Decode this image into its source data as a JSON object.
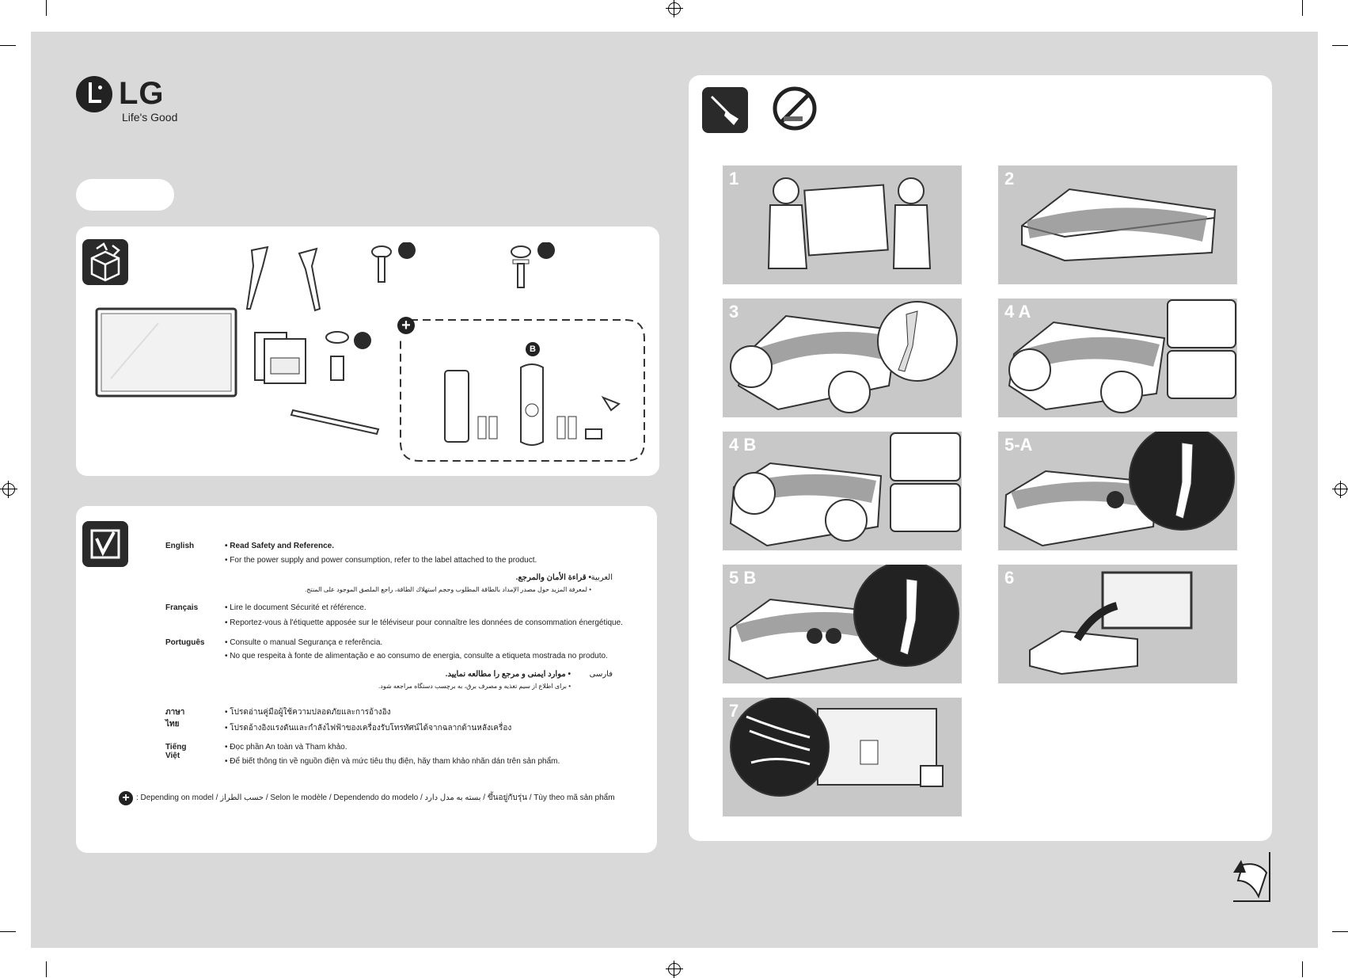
{
  "brand": {
    "name": "LG",
    "tagline": "Life's Good"
  },
  "languages": [
    {
      "name": "English",
      "lines": [
        "• Read Safety and Reference.",
        "• For the power supply and power consumption, refer to the label attached to the product."
      ]
    },
    {
      "name": "Français",
      "lines": [
        "• Lire le document Sécurité et référence.",
        "• Reportez-vous à l'étiquette apposée sur le téléviseur pour connaître les données de consommation énergétique."
      ]
    },
    {
      "name": "Português",
      "lines": [
        "• Consulte o manual Segurança e referência.",
        "• No que respeita à fonte de alimentação e ao consumo de energia, consulte a etiqueta mostrada no produto."
      ]
    },
    {
      "name": "ภาษาไทย",
      "lines": [
        "• โปรดอ่านคู่มือผู้ใช้ความปลอดภัยและการอ้างอิง",
        "• โปรดอ้างอิงแรงดันและกำลังไฟฟ้าของเครื่องรับโทรทัศน์ได้จากฉลากด้านหลังเครื่อง"
      ]
    },
    {
      "name": "Tiếng Việt",
      "lines": [
        "• Đọc phần An toàn và Tham khảo.",
        "• Để biết thông tin về nguồn điện và mức tiêu thụ điện, hãy tham khảo nhãn dán trên sản phẩm."
      ]
    }
  ],
  "arabic": {
    "name": "العربية",
    "lines": [
      "• قراءة الأمان والمرجع.",
      "• لمعرفة المزيد حول مصدر الإمداد بالطاقة المطلوب وحجم استهلاك الطاقة، راجع الملصق الموجود على المنتج."
    ]
  },
  "persian": {
    "name": "فارسی",
    "lines": [
      "• موارد ایمنی و مرجع را مطالعه نمایید.",
      "• برای اطلاع از سیم تغذیه و مصرف برق، به برچسب دستگاه مراجعه شود."
    ]
  },
  "footnote": ": Depending on model / حسب الطراز / Selon le modèle / Dependendo do modelo / بسته به مدل دارد / ขึ้นอยู่กับรุ่น / Tùy theo mã sản phẩm",
  "steps": [
    "1",
    "2",
    "3",
    "4 A",
    "4 B",
    "5-A",
    "5 B",
    "6",
    "7"
  ]
}
